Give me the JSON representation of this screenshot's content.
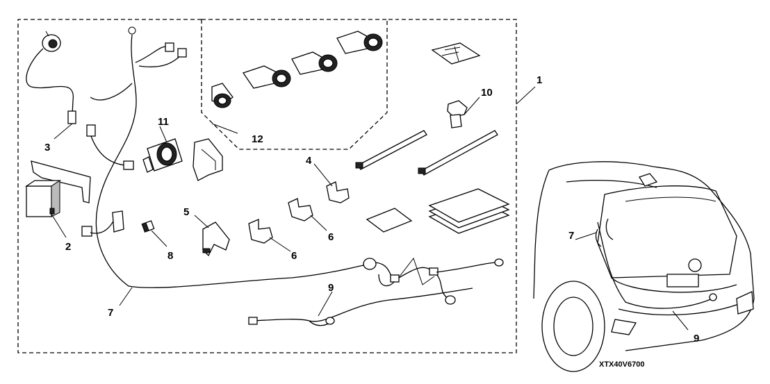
{
  "diagram": {
    "part_numbers": [
      "1",
      "2",
      "3",
      "4",
      "5",
      "6",
      "6",
      "7",
      "8",
      "9",
      "10",
      "11",
      "12"
    ],
    "vehicle_callouts": [
      "7",
      "9"
    ],
    "figure_code": "XTX40V6700"
  }
}
